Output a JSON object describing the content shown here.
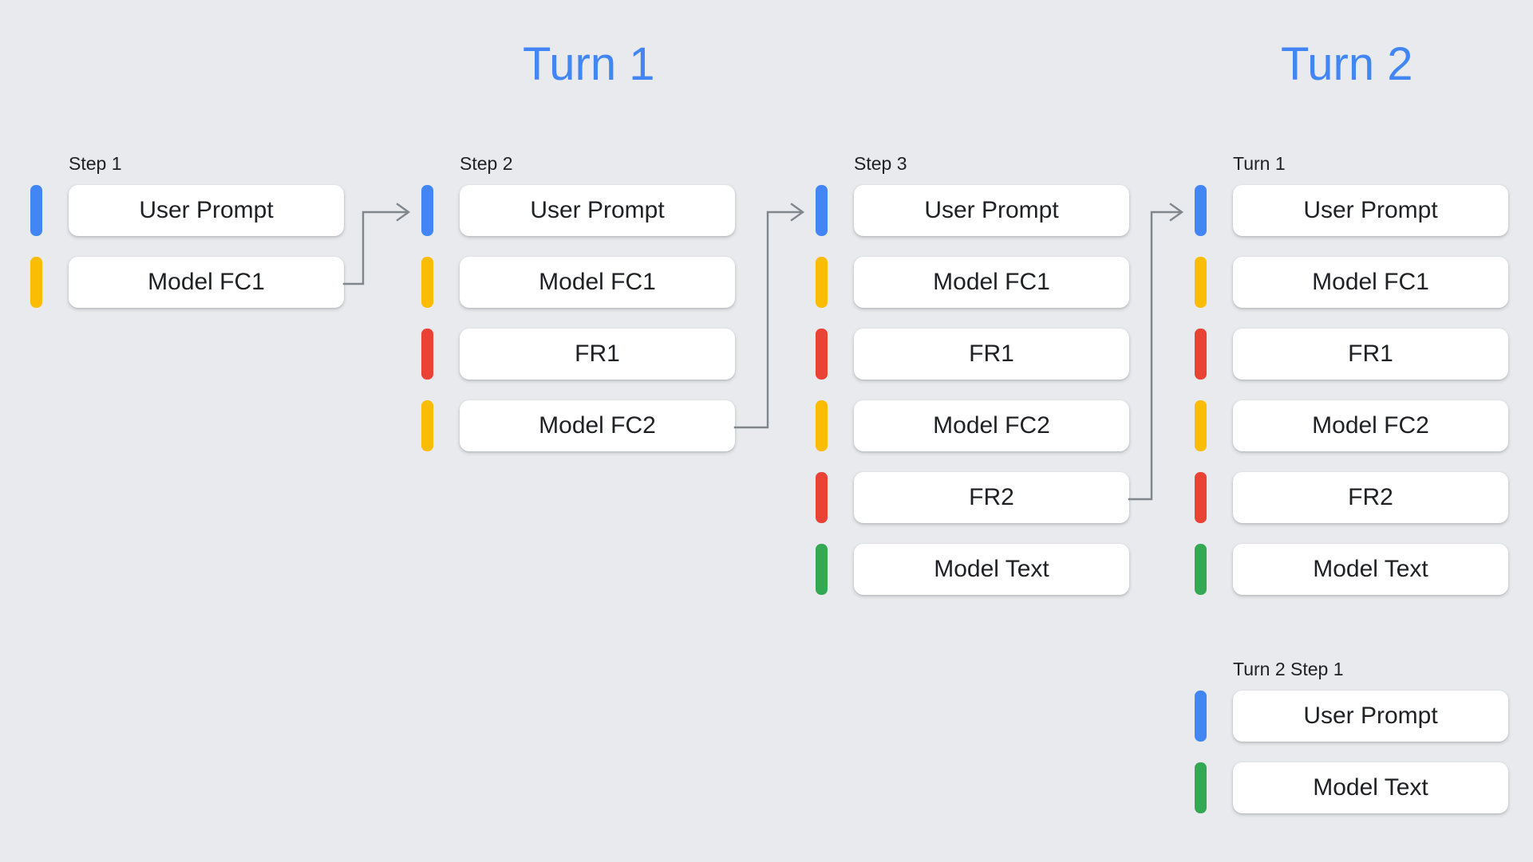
{
  "background_color": "#e8eaed",
  "palette": {
    "blue": "#4285f4",
    "yellow": "#fbbc04",
    "red": "#ea4335",
    "green": "#34a853",
    "connector": "#80868b",
    "card": "#ffffff",
    "text": "#202124"
  },
  "titles": {
    "turn1": "Turn 1",
    "turn2": "Turn 2"
  },
  "columns": [
    {
      "label": "Step 1",
      "rows": [
        {
          "color": "blue",
          "text": "User Prompt"
        },
        {
          "color": "yellow",
          "text": "Model FC1"
        }
      ]
    },
    {
      "label": "Step 2",
      "rows": [
        {
          "color": "blue",
          "text": "User Prompt"
        },
        {
          "color": "yellow",
          "text": "Model FC1"
        },
        {
          "color": "red",
          "text": "FR1"
        },
        {
          "color": "yellow",
          "text": "Model FC2"
        }
      ]
    },
    {
      "label": "Step 3",
      "rows": [
        {
          "color": "blue",
          "text": "User Prompt"
        },
        {
          "color": "yellow",
          "text": "Model FC1"
        },
        {
          "color": "red",
          "text": "FR1"
        },
        {
          "color": "yellow",
          "text": "Model FC2"
        },
        {
          "color": "red",
          "text": "FR2"
        },
        {
          "color": "green",
          "text": "Model Text"
        }
      ]
    },
    {
      "label": "Turn 1",
      "rows": [
        {
          "color": "blue",
          "text": "User Prompt"
        },
        {
          "color": "yellow",
          "text": "Model FC1"
        },
        {
          "color": "red",
          "text": "FR1"
        },
        {
          "color": "yellow",
          "text": "Model FC2"
        },
        {
          "color": "red",
          "text": "FR2"
        },
        {
          "color": "green",
          "text": "Model Text"
        }
      ]
    },
    {
      "label": "Turn 2 Step 1",
      "rows": [
        {
          "color": "blue",
          "text": "User Prompt"
        },
        {
          "color": "green",
          "text": "Model Text"
        }
      ]
    }
  ],
  "connectors": [
    {
      "name": "step1-to-step2",
      "from_row": 1,
      "to_row": 0
    },
    {
      "name": "step2-to-step3",
      "from_row": 3,
      "to_row": 0
    },
    {
      "name": "step3-to-turn1",
      "from_row": 4,
      "to_row": 0
    }
  ]
}
